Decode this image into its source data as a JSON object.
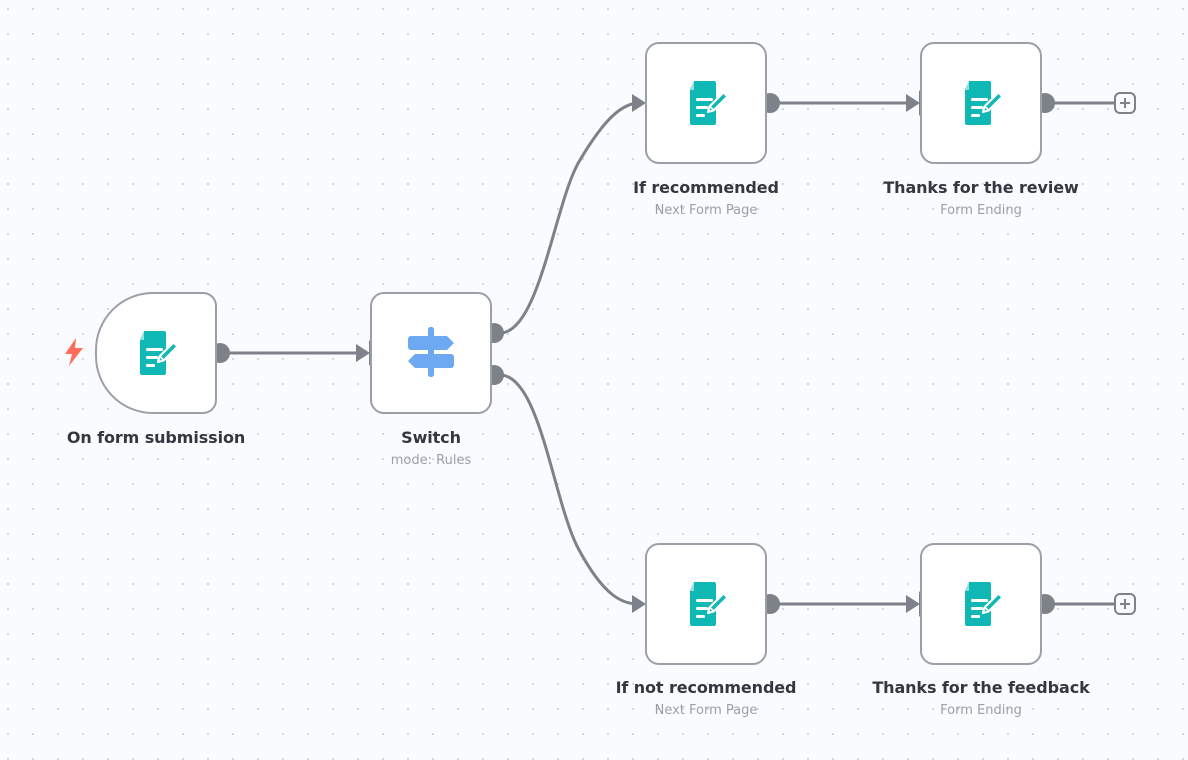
{
  "canvas": {
    "background_color": "#fafbfe",
    "grid_dot_color": "#c9ccd6",
    "grid_spacing": 25
  },
  "colors": {
    "node_border": "#9a9fa8",
    "node_fill": "#ffffff",
    "connector": "#7d8189",
    "edge": "#7d8189",
    "form_icon": "#0fb8b4",
    "switch_icon": "#6ca9f0",
    "trigger_bolt": "#ff6d5a",
    "title_text": "#33373f",
    "subtitle_text": "#9a9fa8"
  },
  "nodes": [
    {
      "id": "on-form-submission",
      "title": "On form submission",
      "subtitle": "",
      "icon": "form-document-pencil-icon",
      "kind": "trigger",
      "has_bolt": true
    },
    {
      "id": "switch",
      "title": "Switch",
      "subtitle": "mode: Rules",
      "icon": "signpost-icon",
      "kind": "regular",
      "outputs": 2
    },
    {
      "id": "if-recommended",
      "title": "If recommended",
      "subtitle": "Next Form Page",
      "icon": "form-document-pencil-icon",
      "kind": "regular"
    },
    {
      "id": "thanks-for-the-review",
      "title": "Thanks for the review",
      "subtitle": "Form Ending",
      "icon": "form-document-pencil-icon",
      "kind": "regular"
    },
    {
      "id": "if-not-recommended",
      "title": "If not recommended",
      "subtitle": "Next Form Page",
      "icon": "form-document-pencil-icon",
      "kind": "regular"
    },
    {
      "id": "thanks-for-the-feedback",
      "title": "Thanks for the feedback",
      "subtitle": "Form Ending",
      "icon": "form-document-pencil-icon",
      "kind": "regular"
    }
  ],
  "add_buttons": [
    {
      "id": "add-after-thanks-review",
      "label": "+"
    },
    {
      "id": "add-after-thanks-feedback",
      "label": "+"
    }
  ],
  "connections": [
    {
      "from": "on-form-submission",
      "to": "switch",
      "type": "straight"
    },
    {
      "from": "switch",
      "from_output": 0,
      "to": "if-recommended",
      "type": "curve"
    },
    {
      "from": "switch",
      "from_output": 1,
      "to": "if-not-recommended",
      "type": "curve"
    },
    {
      "from": "if-recommended",
      "to": "thanks-for-the-review",
      "type": "straight"
    },
    {
      "from": "if-not-recommended",
      "to": "thanks-for-the-feedback",
      "type": "straight"
    }
  ]
}
